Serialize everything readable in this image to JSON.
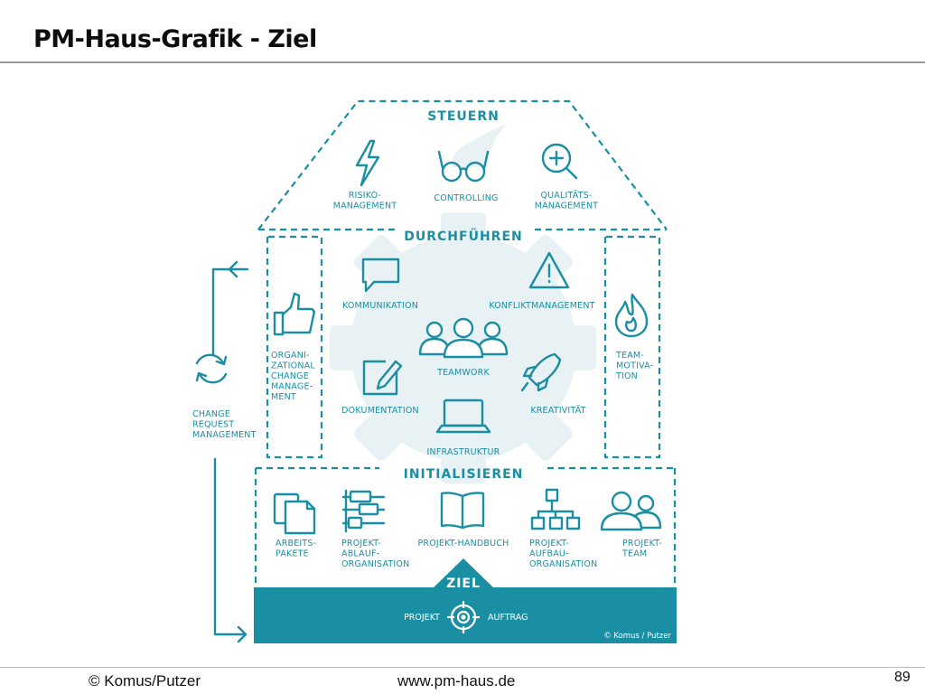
{
  "slide": {
    "title": "PM-Haus-Grafik - Ziel",
    "footer_left": "© Komus/Putzer",
    "footer_center": "www.pm-haus.de",
    "page_number": "89"
  },
  "diagram": {
    "sections": {
      "steuern": "STEUERN",
      "durchfuehren": "DURCHFÜHREN",
      "initialisieren": "INITIALISIEREN",
      "ziel": "ZIEL"
    },
    "steuern": {
      "risiko": [
        "RISIKO-",
        "MANAGEMENT"
      ],
      "controlling": [
        "CONTROLLING"
      ],
      "qualitaet": [
        "QUALITÄTS-",
        "MANAGEMENT"
      ]
    },
    "durchfuehren": {
      "kommunikation": [
        "KOMMUNIKATION"
      ],
      "konflikt": [
        "KONFLIKTMANAGEMENT"
      ],
      "teamwork": [
        "TEAMWORK"
      ],
      "dokumentation": [
        "DOKUMENTATION"
      ],
      "kreativitaet": [
        "KREATIVITÄT"
      ],
      "infrastruktur": [
        "INFRASTRUKTUR"
      ]
    },
    "pillars": {
      "left": [
        "ORGANI-",
        "ZATIONAL",
        "CHANGE",
        "MANAGE-",
        "MENT"
      ],
      "right": [
        "TEAM-",
        "MOTIVA-",
        "TION"
      ]
    },
    "change_request": [
      "CHANGE",
      "REQUEST",
      "MANAGEMENT"
    ],
    "initialisieren": {
      "arbeitspakete": [
        "ARBEITS-",
        "PAKETE"
      ],
      "ablauf": [
        "PROJEKT-",
        "ABLAUF-",
        "ORGANISATION"
      ],
      "handbuch": [
        "PROJEKT-HANDBUCH"
      ],
      "aufbau": [
        "PROJEKT-",
        "AUFBAU-",
        "ORGANISATION"
      ],
      "team": [
        "PROJEKT-",
        "TEAM"
      ]
    },
    "ziel": {
      "projekt": "PROJEKT",
      "auftrag": "AUFTRAG",
      "copyright": "© Komus / Putzer"
    },
    "colors": {
      "accent": "#1a8ea3",
      "gear": "#e8f1f4",
      "footer_band": "#1a8ea3"
    },
    "icons": [
      "lightning-icon",
      "glasses-icon",
      "magnifier-plus-icon",
      "speech-bubble-icon",
      "warning-triangle-icon",
      "team-icon",
      "document-pen-icon",
      "rocket-icon",
      "laptop-icon",
      "thumbs-up-icon",
      "flame-icon",
      "refresh-cycle-icon",
      "documents-icon",
      "gantt-icon",
      "open-book-icon",
      "org-chart-icon",
      "two-people-icon",
      "target-icon"
    ]
  }
}
